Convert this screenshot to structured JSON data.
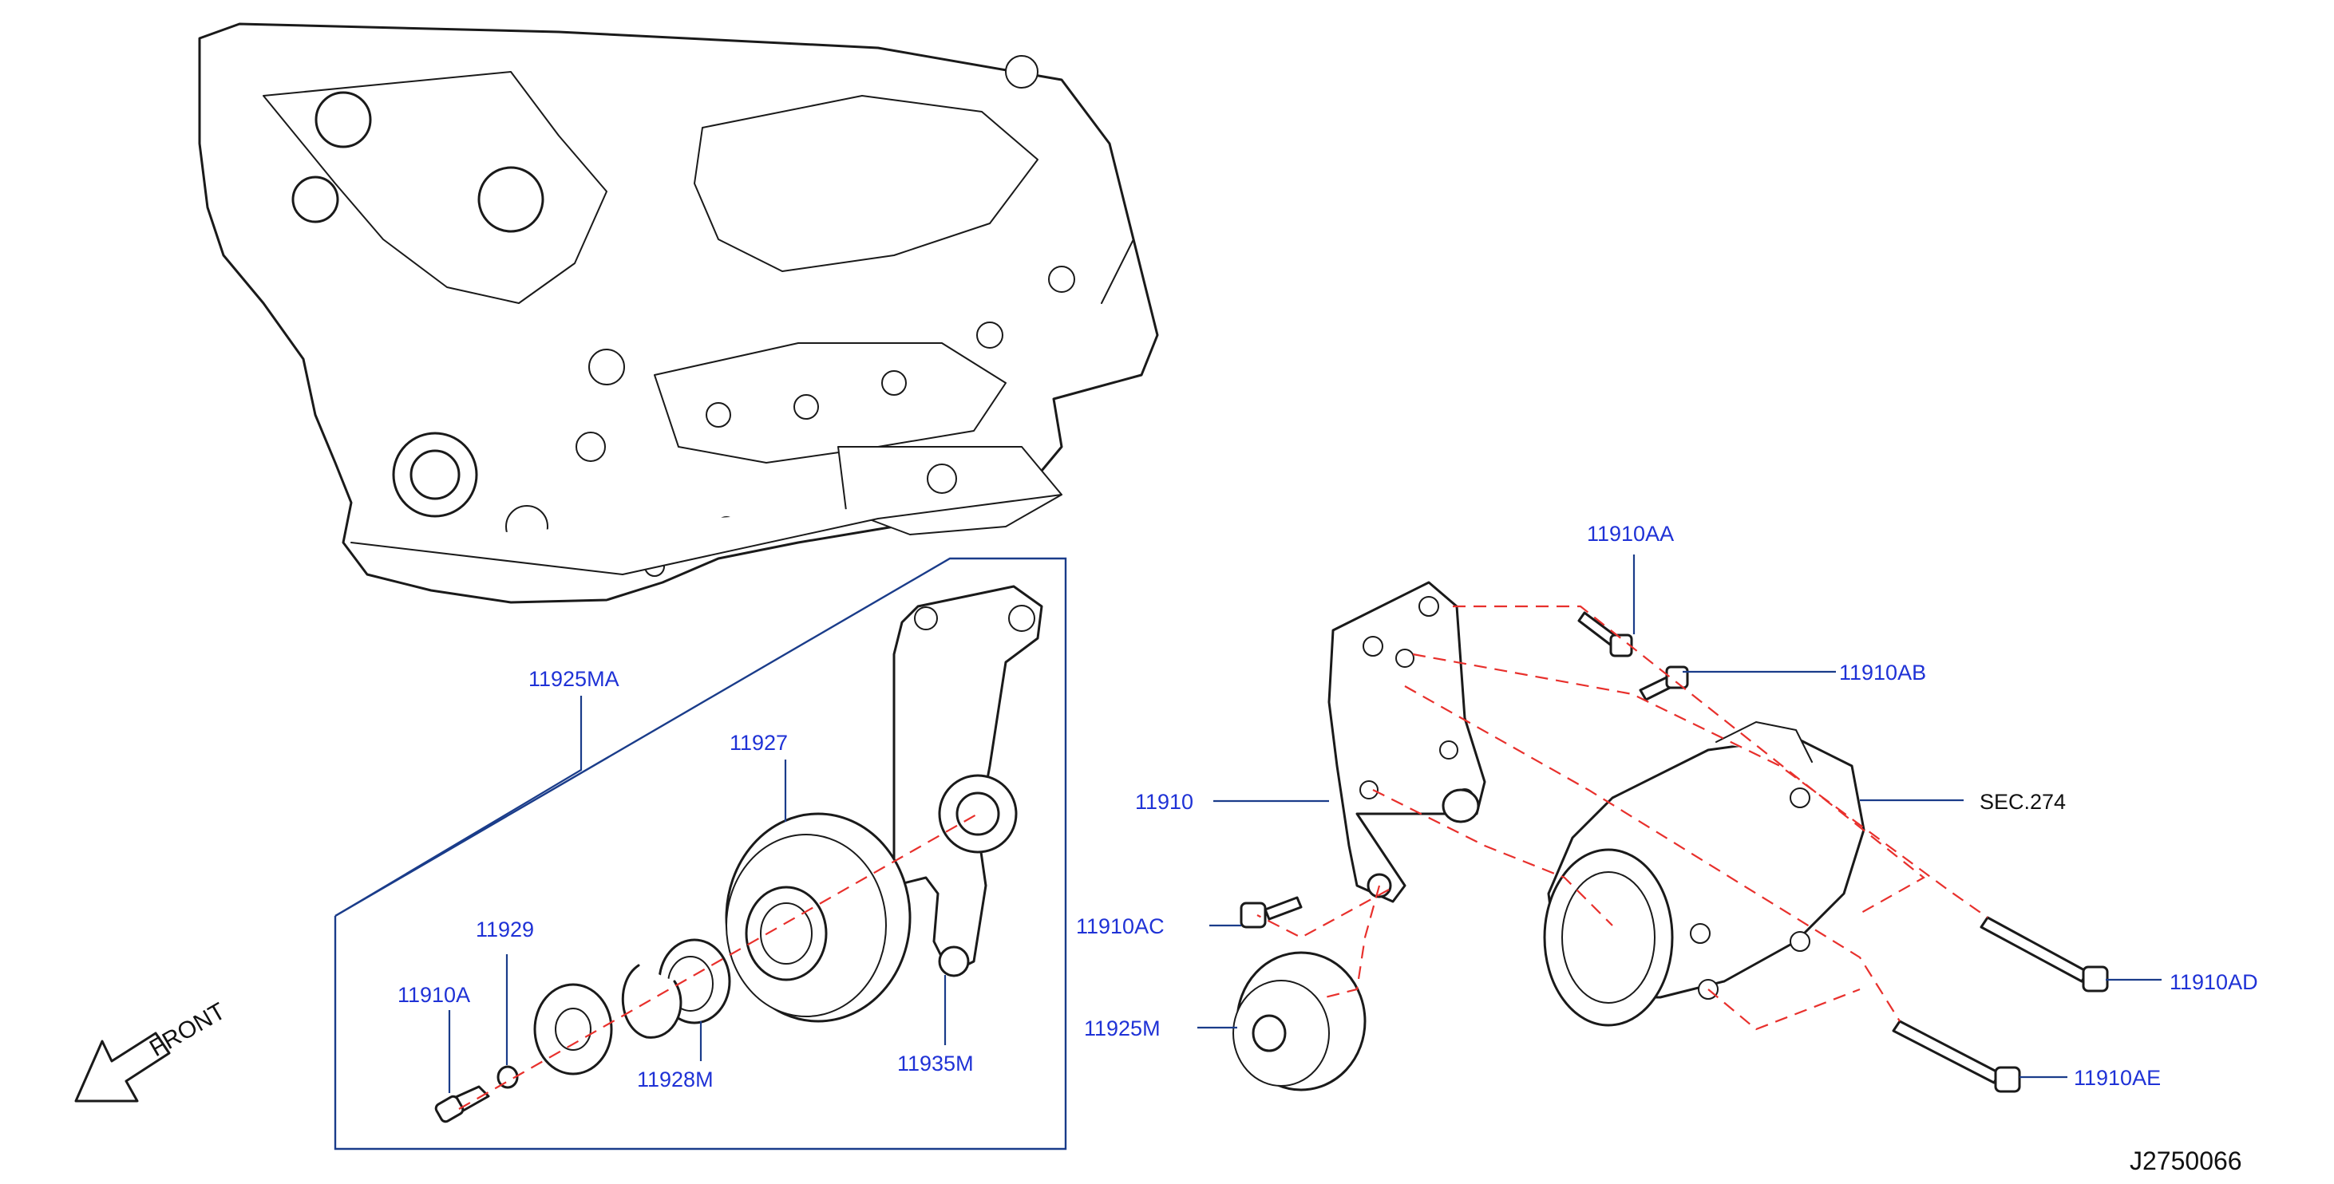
{
  "labels": {
    "p_11925MA": "11925MA",
    "p_11927": "11927",
    "p_11929": "11929",
    "p_11910A": "11910A",
    "p_11928M": "11928M",
    "p_11935M": "11935M",
    "p_11910": "11910",
    "p_11910AA": "11910AA",
    "p_11910AB": "11910AB",
    "p_11910AC": "11910AC",
    "p_11925M": "11925M",
    "p_11910AD": "11910AD",
    "p_11910AE": "11910AE",
    "sec_274": "SEC.274"
  },
  "front_label": "FRONT",
  "diagram_ref": "J2750066",
  "colors": {
    "part_label": "#1f32d6",
    "leader": "#1a3c8a",
    "dashed_guide": "#e8302c",
    "line_art": "#1a1a1a"
  }
}
